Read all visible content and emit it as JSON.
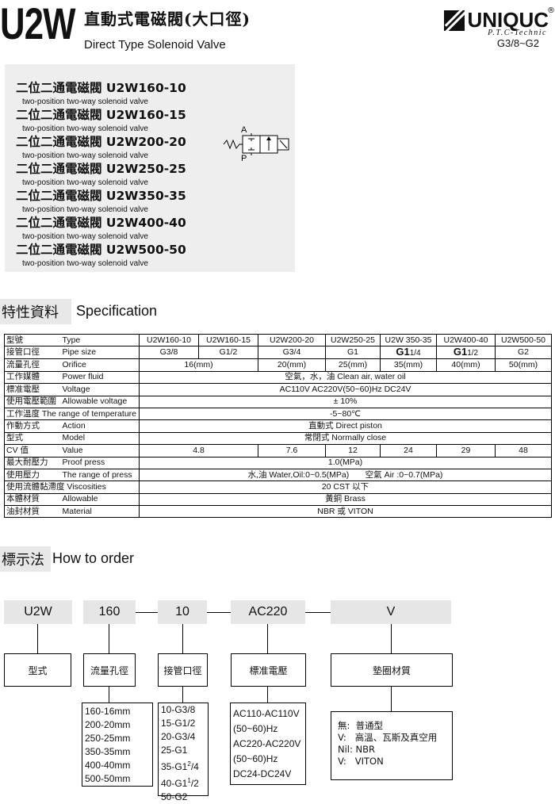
{
  "header": {
    "model": "U2W",
    "title_cn": "直動式電磁閥(大口徑)",
    "title_en": "Direct Type Solenoid Valve",
    "brand": "UNIQUC",
    "brand_reg": "®",
    "brand_sub": "P.T.C-Technic",
    "size_range": "G3/8~G2"
  },
  "models": [
    {
      "cn": "二位二通電磁閥",
      "code": "U2W160-10",
      "en": "two-position two-way solenoid valve"
    },
    {
      "cn": "二位二通電磁閥",
      "code": "U2W160-15",
      "en": "two-position two-way solenoid valve"
    },
    {
      "cn": "二位二通電磁閥",
      "code": "U2W200-20",
      "en": "two-position two-way solenoid valve"
    },
    {
      "cn": "二位二通電磁閥",
      "code": "U2W250-25",
      "en": "two-position two-way solenoid valve"
    },
    {
      "cn": "二位二通電磁閥",
      "code": "U2W350-35",
      "en": "two-position two-way solenoid valve"
    },
    {
      "cn": "二位二通電磁閥",
      "code": "U2W400-40",
      "en": "two-position two-way solenoid valve"
    },
    {
      "cn": "二位二通電磁閥",
      "code": "U2W500-50",
      "en": "two-position two-way solenoid valve"
    }
  ],
  "symbol": {
    "port_a": "A",
    "port_p": "P"
  },
  "spec_section": {
    "cn": "特性資料",
    "en": "Specification"
  },
  "spec": {
    "type_row": {
      "cn": "型號",
      "en": "Type",
      "cells": [
        "U2W160-10",
        "U2W160-15",
        "U2W200-20",
        "U2W250-25",
        "U2W 350-35",
        "U2W400-40",
        "U2W500-50"
      ]
    },
    "pipe_row": {
      "cn": "接管口徑",
      "en": "Pipe size",
      "cells": [
        "G3/8",
        "G1/2",
        "G3/4",
        "G1",
        "G1",
        "1/4",
        "G1",
        "1/2",
        "G2"
      ]
    },
    "orifice_row": {
      "cn": "流量孔徑",
      "en": "Orifice",
      "cells": [
        "16(mm)",
        "20(mm)",
        "25(mm)",
        "35(mm)",
        "40(mm)",
        "50(mm)"
      ]
    },
    "fluid_row": {
      "cn": "工作媒體",
      "en": "Power fluid",
      "value": "空氣，水，油  Clean air, water oil"
    },
    "voltage_row": {
      "cn": "標准電壓",
      "en": "Voltage",
      "value": "AC110V   AC220V(50~60)Hz   DC24V"
    },
    "allow_row": {
      "cn": "使用電壓範圍",
      "en": "Allowable voltage",
      "value": "± 10%"
    },
    "temp_row": {
      "cn": "工作溫度",
      "en": "The range of temperature",
      "value": "-5~80℃"
    },
    "action_row": {
      "cn": "作動方式",
      "en": "Action",
      "value": "直動式  Direct piston"
    },
    "model_row": {
      "cn": "型式",
      "en": "Model",
      "value": "常閉式  Normally close"
    },
    "cv_row": {
      "cn": "CV 值",
      "en": "Value",
      "cells": [
        "4.8",
        "7.6",
        "12",
        "24",
        "29",
        "48"
      ]
    },
    "proof_row": {
      "cn": "最大耐壓力",
      "en": "Proof press",
      "value": "1.0(MPa)"
    },
    "range_row": {
      "cn": "使用壓力",
      "en": "The range of press",
      "value1": "水,油 Water,Oil:0~0.5(MPa)",
      "value2": "空氣 Air :0~0.7(MPa)"
    },
    "visc_row": {
      "cn": "使用流體黏滯度",
      "en": "Viscosities",
      "value": "20 CST 以下"
    },
    "body_row": {
      "cn": "本體材質",
      "en": "Allowable",
      "value": "黃銅  Brass"
    },
    "seal_row": {
      "cn": "油封材質",
      "en": "Material",
      "value": "NBR 或 VITON"
    }
  },
  "order_section": {
    "cn": "標示法",
    "en": "How to order"
  },
  "order": {
    "codes": [
      "U2W",
      "160",
      "10",
      "AC220",
      "V"
    ],
    "labels": [
      "型式",
      "流量孔徑",
      "接管口徑",
      "標准電壓",
      "墊圈材質"
    ],
    "orifice_options": [
      "160-16mm",
      "200-20mm",
      "250-25mm",
      "350-35mm",
      "400-40mm",
      "500-50mm"
    ],
    "pipe_options": [
      "10-G3/8",
      "15-G1/2",
      "20-G3/4",
      "25-G1"
    ],
    "pipe_opt_35": {
      "pre": "35-G1",
      "sup": "2",
      "post": "/4"
    },
    "pipe_opt_40": {
      "pre": "40-G1",
      "sup": "1",
      "post": "/2"
    },
    "pipe_opt_50": "50-G2",
    "voltage_options": [
      "AC110-AC110V",
      "(50~60)Hz",
      "AC220-AC220V",
      "(50~60)Hz",
      "DC24-DC24V"
    ],
    "seal_options": [
      "無:  普通型",
      "V:   高溫、瓦斯及真空用",
      "Nil: NBR",
      "V:   VITON"
    ]
  }
}
